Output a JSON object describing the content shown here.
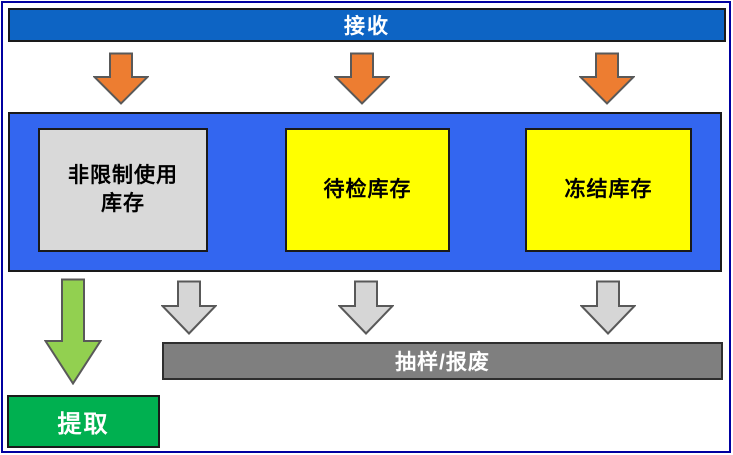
{
  "diagram": {
    "receive_bar": {
      "label": "接收"
    },
    "stock_container": {
      "boxes": [
        {
          "name": "unrestricted-stock",
          "line1": "非限制使用",
          "line2": "库存",
          "fill": "#d9d9d9"
        },
        {
          "name": "quality-inspection-stock",
          "line1": "待检库存",
          "line2": "",
          "fill": "#ffff00"
        },
        {
          "name": "blocked-stock",
          "line1": "冻结库存",
          "line2": "",
          "fill": "#ffff00"
        }
      ]
    },
    "sampling_bar": {
      "label": "抽样/报废"
    },
    "pick_box": {
      "label": "提取"
    },
    "arrows": {
      "receive_arrows": {
        "count": 3,
        "color": "#ed7d31",
        "direction": "down"
      },
      "pick_arrow": {
        "count": 1,
        "color": "#92d050",
        "direction": "down"
      },
      "sampling_arrows": {
        "count": 3,
        "color": "#d6d6d6",
        "direction": "down"
      }
    },
    "colors": {
      "outer_border": "#0000a0",
      "receive_bar_fill": "#0d64c4",
      "stock_container_fill": "#3366f0",
      "unrestricted_fill": "#d9d9d9",
      "inspection_fill": "#ffff00",
      "sampling_bar_fill": "#7f7f7f",
      "pick_fill": "#00b050",
      "orange_arrow": "#ed7d31",
      "green_arrow": "#92d050",
      "gray_arrow": "#d6d6d6",
      "arrow_stroke": "#595959",
      "box_border": "#1a1a1a"
    }
  }
}
